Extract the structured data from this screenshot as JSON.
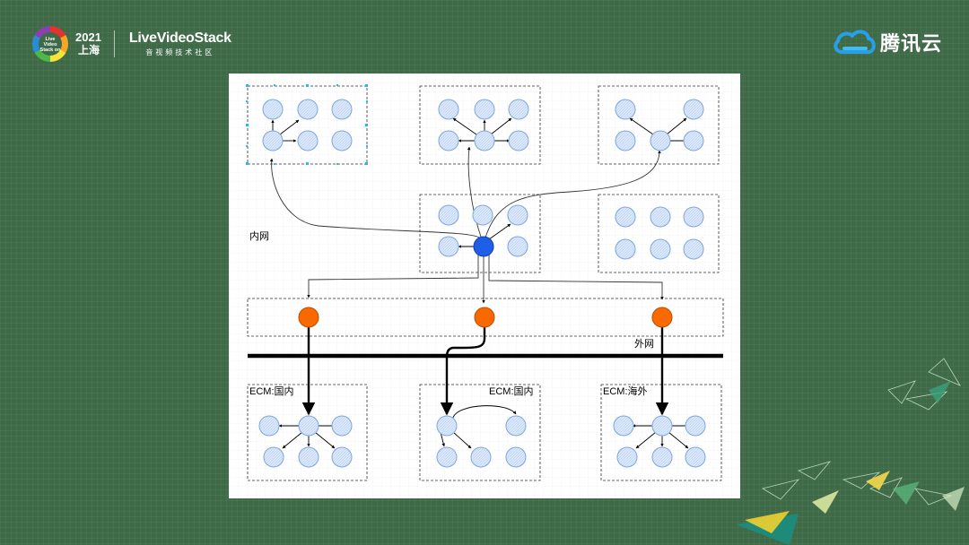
{
  "header": {
    "event_logo_text": "Live Video Stack on",
    "event_year": "2021",
    "event_city": "上海",
    "brand_name": "LiveVideoStack",
    "brand_tagline": "音视频技术社区",
    "sponsor_name": "腾讯云"
  },
  "diagram": {
    "labels": {
      "intranet": "内网",
      "extranet": "外网",
      "ecm_domestic_1": "ECM:国内",
      "ecm_domestic_2": "ECM:国内",
      "ecm_overseas": "ECM:海外"
    }
  },
  "colors": {
    "background": "#3f6a48",
    "node_fill": "#dbe8fc",
    "node_stroke": "#7ea6e0",
    "center_node": "#1f5fe8",
    "edge_node": "#fa6800",
    "brand_blue": "#28a0e8"
  }
}
